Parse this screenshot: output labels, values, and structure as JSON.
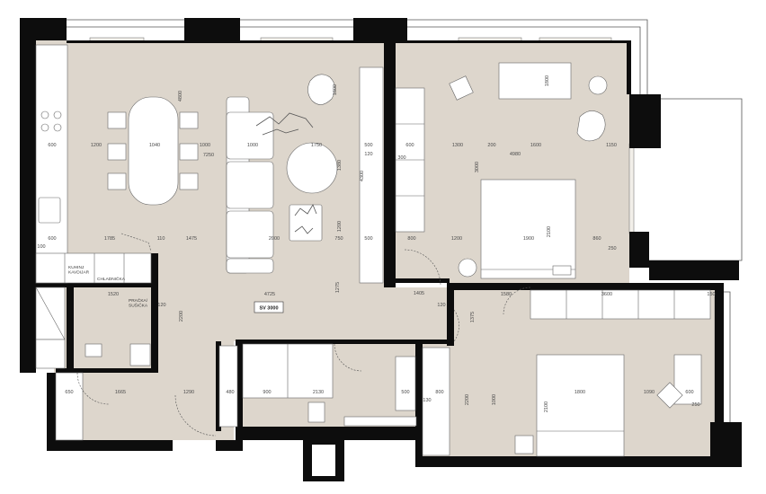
{
  "plan": {
    "floor_color": "#ddd6cc",
    "wall_color": "#0d0d0d",
    "furniture_color": "#ffffff",
    "tag": "SV 3000",
    "rooms": {
      "kitchen_pantry": "KUHINJ\nKAVDIJAR",
      "fridge": "CHLADNIČKA",
      "washer": "PRAČKA/\nSUŠIČKA"
    },
    "dimensions": {
      "d600a": "600",
      "d1200a": "1200",
      "d1040": "1040",
      "d1000": "1000",
      "d7250": "7250",
      "d1000b": "1000",
      "d1750": "1750",
      "d500a": "500",
      "d120a": "120",
      "d600b": "600",
      "d1300": "1300",
      "d200": "200",
      "d1600": "1600",
      "d1150": "1150",
      "d4300": "4300",
      "d4980": "4980",
      "d3000": "3000",
      "d300": "300",
      "d600c": "600",
      "d1785": "1785",
      "d110": "110",
      "d1475": "1475",
      "d2000": "2000",
      "d750": "750",
      "d500b": "500",
      "d800": "800",
      "d1200b": "1200",
      "d1900": "1900",
      "d2100a": "2100",
      "d860": "860",
      "d250a": "250",
      "d100": "100",
      "d4725": "4725",
      "d1405": "1405",
      "d1580": "1580",
      "d3600": "3600",
      "d150": "150",
      "d1520": "1520",
      "d2200a": "2200",
      "d120b": "120",
      "d1375": "1375",
      "d650": "650",
      "d1665": "1665",
      "d1290": "1290",
      "d480": "480",
      "d900": "900",
      "d2130": "2130",
      "d500c": "500",
      "d800b": "800",
      "d2200b": "2200",
      "d1800": "1800",
      "d1090": "1090",
      "d600d": "600",
      "d250b": "250",
      "d120c": "120",
      "d130": "130",
      "d4800": "4800",
      "d1000c": "1000",
      "d1800b": "1800",
      "d2100b": "2100",
      "d1800c": "1800",
      "d1380": "1380",
      "d1275": "1275",
      "d1200c": "1200"
    }
  }
}
